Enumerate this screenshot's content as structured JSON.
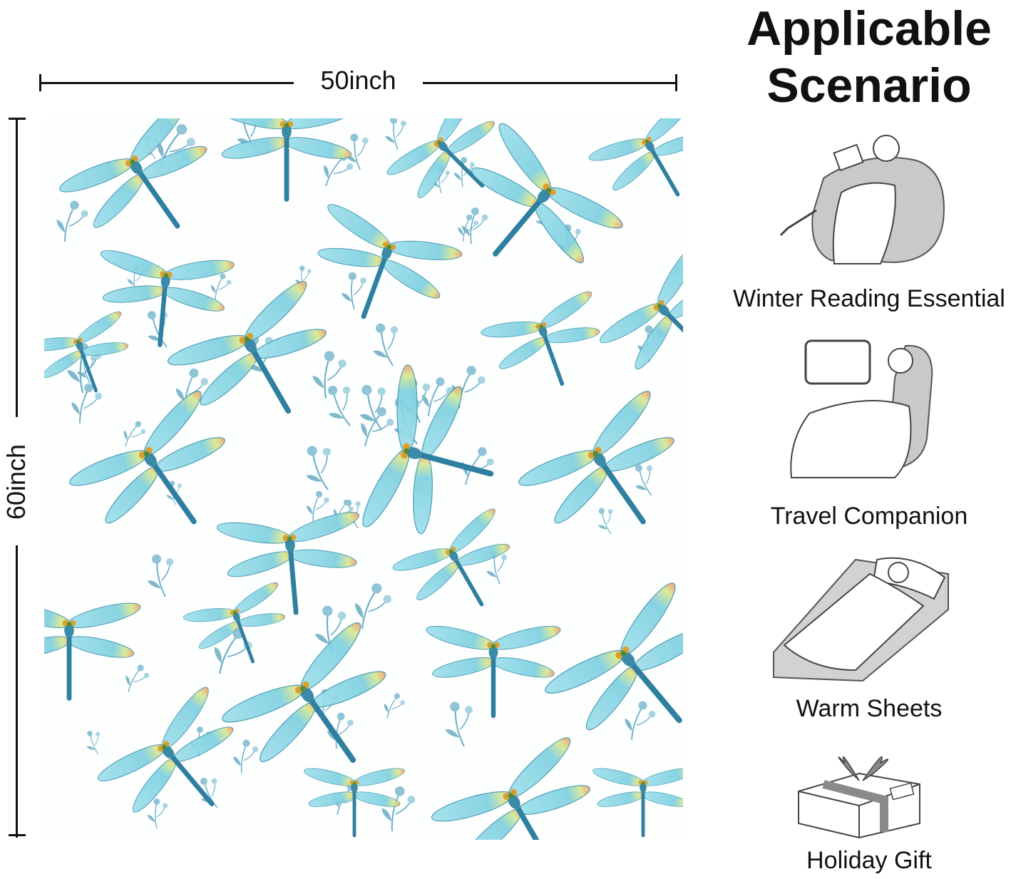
{
  "dimensions": {
    "width_label": "50inch",
    "height_label": "60inch"
  },
  "pattern": {
    "motif": "dragonfly-icon",
    "colors": {
      "wing_blue": "#7fd0e0",
      "body_teal": "#2e7fa0",
      "wing_tip_orange": "#f0a070",
      "flower_blue": "#6bb0c8"
    }
  },
  "panel": {
    "title_line1": "Applicable",
    "title_line2": "Scenario",
    "scenarios": [
      {
        "label": "Winter Reading Essential",
        "icon": "person-reading-icon"
      },
      {
        "label": "Travel Companion",
        "icon": "airplane-seat-icon"
      },
      {
        "label": "Warm Sheets",
        "icon": "bed-icon"
      },
      {
        "label": "Holiday Gift",
        "icon": "gift-box-icon"
      }
    ]
  }
}
